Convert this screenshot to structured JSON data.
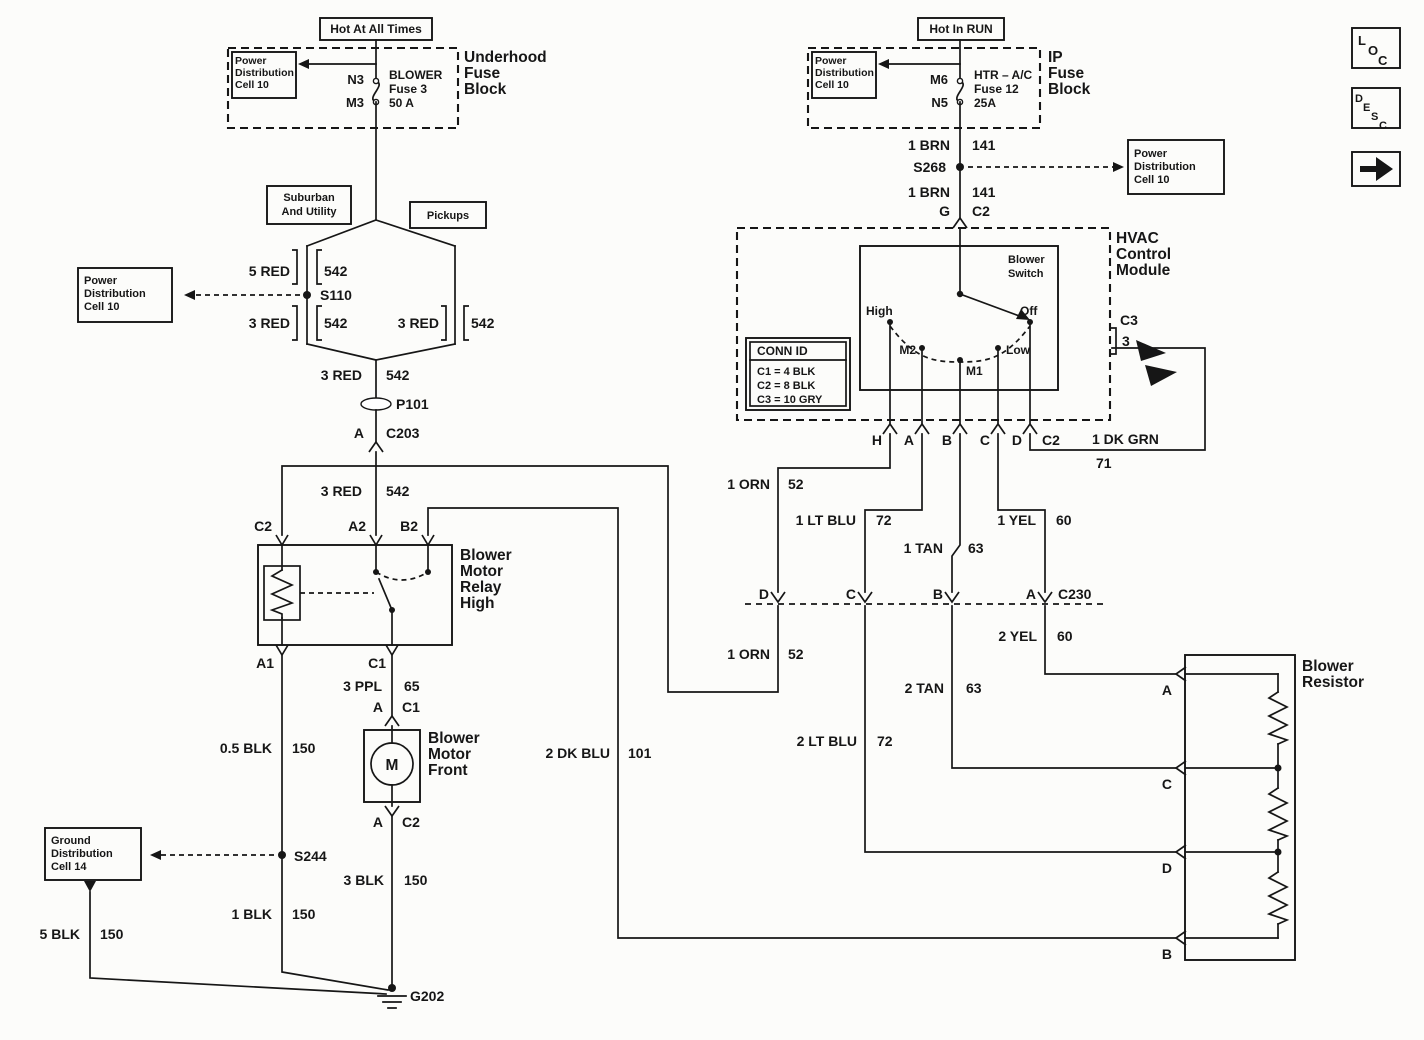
{
  "feeds": {
    "hot_at_all_times": "Hot At All Times",
    "hot_in_run": "Hot In RUN"
  },
  "underhood": {
    "name": [
      "Underhood",
      "Fuse",
      "Block"
    ],
    "pd": [
      "Power",
      "Distribution",
      "Cell 10"
    ],
    "fuse": [
      "BLOWER",
      "Fuse 3",
      "50 A"
    ],
    "t_top": "N3",
    "t_bot": "M3"
  },
  "ip": {
    "name": [
      "IP",
      "Fuse",
      "Block"
    ],
    "pd": [
      "Power",
      "Distribution",
      "Cell 10"
    ],
    "fuse": [
      "HTR – A/C",
      "Fuse 12",
      "25A"
    ],
    "t_top": "M6",
    "t_bot": "N5"
  },
  "models": {
    "a": [
      "Suburban",
      "And Utility"
    ],
    "b": "Pickups"
  },
  "pd_s110": [
    "Power",
    "Distribution",
    "Cell 10"
  ],
  "pd_s268": [
    "Power",
    "Distribution",
    "Cell 10"
  ],
  "ground_cell": [
    "Ground",
    "Distribution",
    "Cell 14"
  ],
  "hvac_name": [
    "HVAC",
    "Control",
    "Module"
  ],
  "switch_name": [
    "Blower",
    "Switch"
  ],
  "relay_name": [
    "Blower",
    "Motor",
    "Relay",
    "High"
  ],
  "motor_name": [
    "Blower",
    "Motor",
    "Front"
  ],
  "motor_symbol": "M",
  "resistor_name": [
    "Blower",
    "Resistor"
  ],
  "conn_id": {
    "title": "CONN ID",
    "rows": [
      "C1 = 4 BLK",
      "C2 = 8 BLK",
      "C3 = 10 GRY"
    ]
  },
  "switch_pos": {
    "high": "High",
    "m2": "M2",
    "m1": "M1",
    "low": "Low",
    "off": "Off"
  },
  "splices": {
    "s110": "S110",
    "s268": "S268",
    "s244": "S244"
  },
  "grounds": {
    "g202": "G202"
  },
  "conns": {
    "p101": "P101",
    "c203": {
      "pin": "A",
      "name": "C203"
    },
    "module_top": {
      "pin": "G",
      "name": "C2"
    },
    "module_c2": {
      "pins": [
        "H",
        "A",
        "B",
        "C",
        "D"
      ],
      "name": "C2"
    },
    "module_c3": {
      "name": "C3",
      "pin": "3"
    },
    "c230": {
      "pins": [
        "D",
        "C",
        "B",
        "A"
      ],
      "name": "C230"
    },
    "motor_top": {
      "pin": "A",
      "name": "C1"
    },
    "motor_bot": {
      "pin": "A",
      "name": "C2"
    },
    "relay": {
      "c2": "C2",
      "a2": "A2",
      "b2": "B2",
      "a1": "A1",
      "c1": "C1"
    },
    "resistor_pins": [
      "A",
      "C",
      "D",
      "B"
    ]
  },
  "wires": {
    "red5": {
      "label": "5 RED",
      "num": "542"
    },
    "red3_left": {
      "label": "3 RED",
      "num": "542"
    },
    "red3_right": {
      "label": "3 RED",
      "num": "542"
    },
    "red3_mid": {
      "label": "3 RED",
      "num": "542"
    },
    "red3_low": {
      "label": "3 RED",
      "num": "542"
    },
    "brn1_a": {
      "label": "1 BRN",
      "num": "141"
    },
    "brn1_b": {
      "label": "1 BRN",
      "num": "141"
    },
    "orn1_a": {
      "label": "1 ORN",
      "num": "52"
    },
    "orn1_b": {
      "label": "1 ORN",
      "num": "52"
    },
    "ltblu1": {
      "label": "1 LT BLU",
      "num": "72"
    },
    "tan1": {
      "label": "1 TAN",
      "num": "63"
    },
    "yel1": {
      "label": "1 YEL",
      "num": "60"
    },
    "dkgrn1": {
      "label": "1 DK GRN",
      "num": "71"
    },
    "yel2": {
      "label": "2 YEL",
      "num": "60"
    },
    "tan2": {
      "label": "2 TAN",
      "num": "63"
    },
    "ltblu2": {
      "label": "2 LT BLU",
      "num": "72"
    },
    "dkblu2": {
      "label": "2 DK BLU",
      "num": "101"
    },
    "ppl3": {
      "label": "3 PPL",
      "num": "65"
    },
    "blk05": {
      "label": "0.5 BLK",
      "num": "150"
    },
    "blk1": {
      "label": "1 BLK",
      "num": "150"
    },
    "blk3": {
      "label": "3 BLK",
      "num": "150"
    },
    "blk5": {
      "label": "5 BLK",
      "num": "150"
    }
  },
  "corner": {
    "loc": [
      "L",
      "O",
      "C"
    ],
    "desc": [
      "D",
      "E",
      "S",
      "C"
    ]
  }
}
